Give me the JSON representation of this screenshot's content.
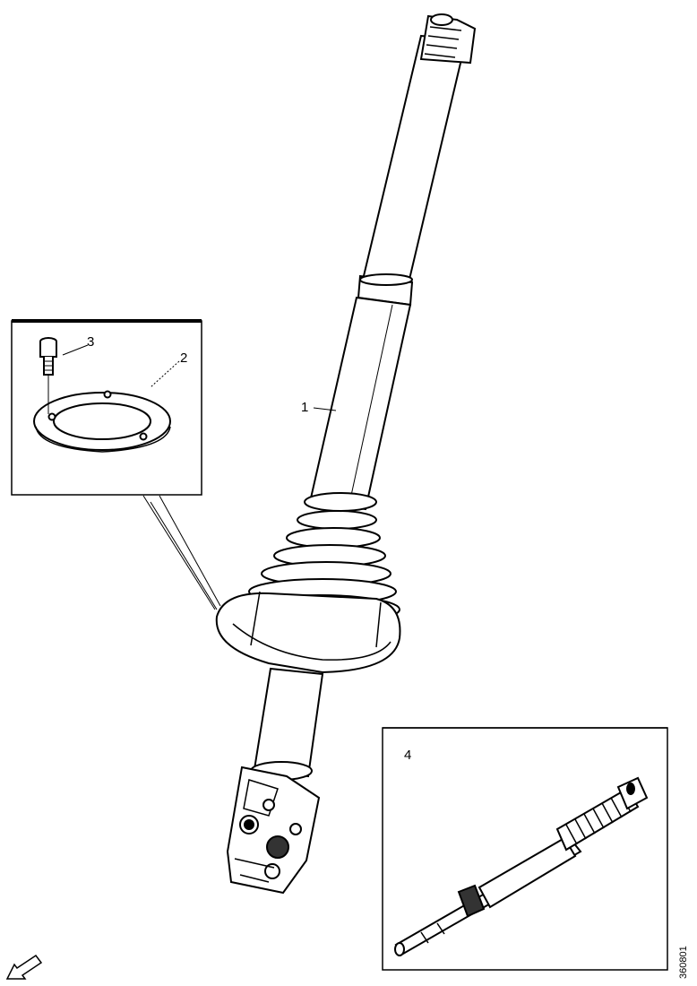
{
  "callouts": {
    "shaft": "1",
    "plate": "2",
    "bolt": "3",
    "alt_shaft": "4"
  },
  "reference_code": "360801",
  "icons": {
    "front_arrow": "direction-arrow-icon"
  }
}
